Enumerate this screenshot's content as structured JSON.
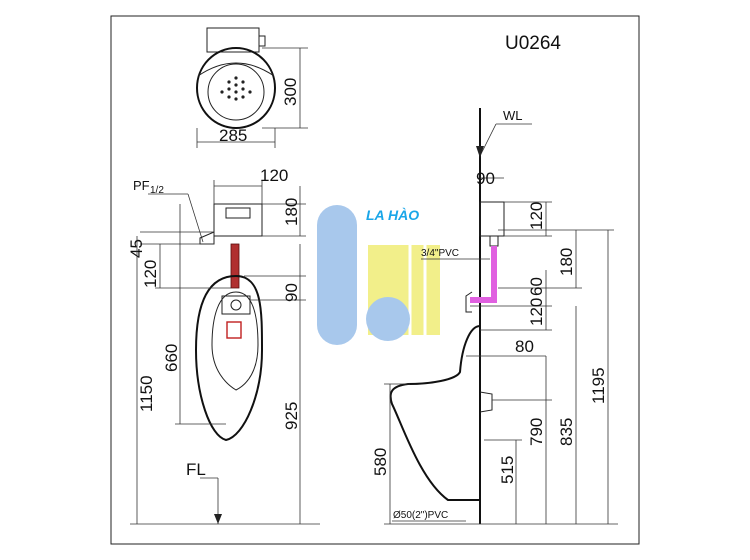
{
  "model_code": "U0264",
  "top_view": {
    "width": "285",
    "depth": "300"
  },
  "front_view": {
    "pf_label": "PF",
    "pf_sub": "1/2",
    "dims": {
      "d120_top": "120",
      "d180": "180",
      "d45": "45",
      "d120_left": "120",
      "d90": "90",
      "d660": "660",
      "d1150": "1150",
      "d925": "925"
    }
  },
  "side_view": {
    "wl": "WL",
    "pipe_label": "3/4\"PVC",
    "drain_label": "Ø50(2\")PVC",
    "dims": {
      "d90": "90",
      "d120a": "120",
      "d180": "180",
      "d60": "60",
      "d120b": "120",
      "d80": "80",
      "d580": "580",
      "d515": "515",
      "d790": "790",
      "d835": "835",
      "d1195": "1195"
    }
  },
  "floor_label": "FL",
  "watermark": {
    "text": "LA HÀO",
    "color": "#1aa6e8"
  },
  "colors": {
    "pipe": "#b03030",
    "pipe_side": "#e060e0",
    "logo_blue": "#a8c8ec",
    "logo_yellow": "#f2ef8a"
  }
}
